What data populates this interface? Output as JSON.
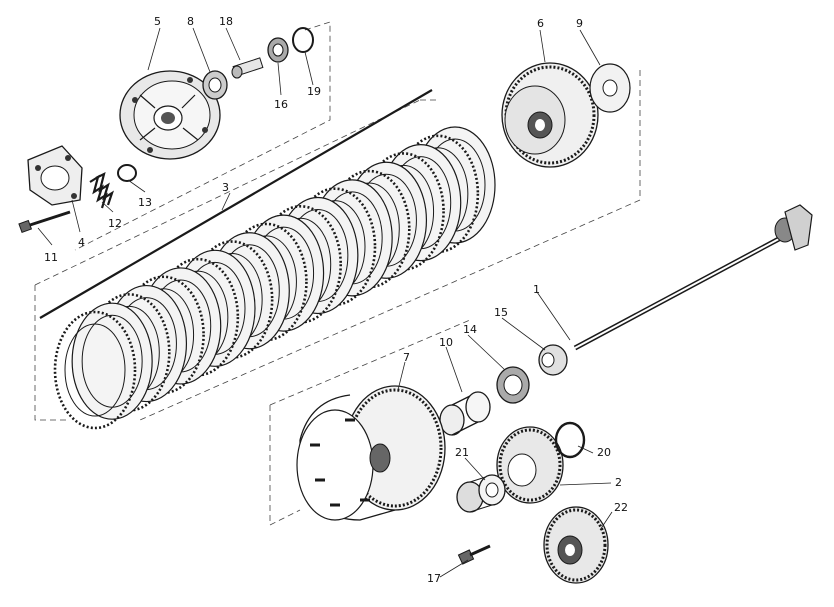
{
  "callouts": [
    {
      "id": "part-1",
      "label": "1"
    },
    {
      "id": "part-2",
      "label": "2"
    },
    {
      "id": "part-3",
      "label": "3"
    },
    {
      "id": "part-4",
      "label": "4"
    },
    {
      "id": "part-5",
      "label": "5"
    },
    {
      "id": "part-6",
      "label": "6"
    },
    {
      "id": "part-7",
      "label": "7"
    },
    {
      "id": "part-8",
      "label": "8"
    },
    {
      "id": "part-9",
      "label": "9"
    },
    {
      "id": "part-10",
      "label": "10"
    },
    {
      "id": "part-11",
      "label": "11"
    },
    {
      "id": "part-12",
      "label": "12"
    },
    {
      "id": "part-13",
      "label": "13"
    },
    {
      "id": "part-14",
      "label": "14"
    },
    {
      "id": "part-15",
      "label": "15"
    },
    {
      "id": "part-16",
      "label": "16"
    },
    {
      "id": "part-17",
      "label": "17"
    },
    {
      "id": "part-18",
      "label": "18"
    },
    {
      "id": "part-19",
      "label": "19"
    },
    {
      "id": "part-20",
      "label": "20"
    },
    {
      "id": "part-21",
      "label": "21"
    },
    {
      "id": "part-22",
      "label": "22"
    }
  ]
}
